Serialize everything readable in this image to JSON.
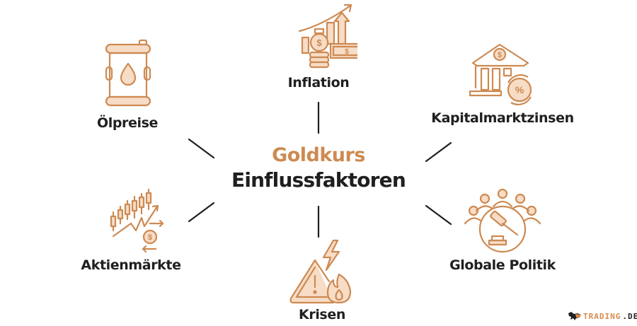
{
  "title": {
    "line1": "Goldkurs",
    "line2": "Einflussfaktoren"
  },
  "colors": {
    "accent": "#cd8a52",
    "accent_fill": "#f7dcc6",
    "text": "#1f1f1f",
    "background": "#ffffff"
  },
  "nodes": [
    {
      "id": "inflation",
      "label": "Inflation",
      "icon": "money-growth-chart-icon"
    },
    {
      "id": "oelpreise",
      "label": "Ölpreise",
      "icon": "oil-barrel-icon"
    },
    {
      "id": "kapitalmarktzinsen",
      "label": "Kapitalmarktzinsen",
      "icon": "bank-interest-icon"
    },
    {
      "id": "aktienmaerkte",
      "label": "Aktienmärkte",
      "icon": "candlestick-chart-icon"
    },
    {
      "id": "globale_politik",
      "label": "Globale Politik",
      "icon": "gavel-people-icon"
    },
    {
      "id": "krisen",
      "label": "Krisen",
      "icon": "warning-fire-icon"
    }
  ],
  "logo": {
    "part1": "TRADING",
    "part2": ".DE"
  }
}
